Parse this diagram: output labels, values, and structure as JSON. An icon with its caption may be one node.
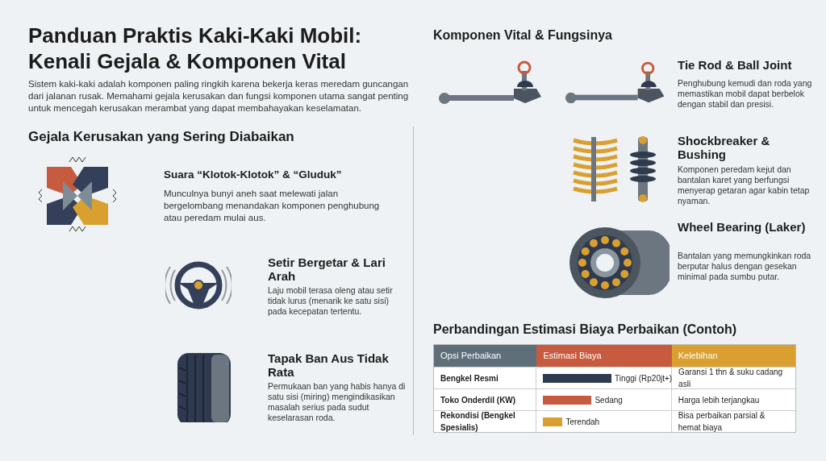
{
  "diagram": {
    "title": "Panduan Praktis Kaki-Kaki Mobil: Kenali Gejala & Komponen Vital",
    "labels": [
      "Sistem kaki-kaki adalah komponen paling ringkih karena bekerja keras meredam guncangan dari jalanan rusak. Memahami gejala kerusakan dan fungsi komponen utama sangat penting untuk mencegah kerusakan merambat yang dapat membahayakan keselamatan.",
      "Gejala Kerusakan yang Sering Diabaikan",
      "Suara “Klotok-Klotok” & “Gluduk”",
      "Munculnya bunyi aneh saat melewati jalan bergelombang menandakan komponen penghubung atau peredam mulai aus.",
      "Setir Bergetar & Lari Arah",
      "Laju mobil terasa oleng atau setir tidak lurus (menarik ke satu sisi) pada kecepatan tertentu.",
      "Tapak Ban Aus Tidak Rata",
      "Permukaan ban yang habis hanya di satu sisi (miring) mengindikasikan masalah serius pada sudut keselarasan roda.",
      "Komponen Vital & Fungsinya",
      "Tie Rod & Ball Joint",
      "Penghubung kemudi dan roda yang memastikan mobil dapat berbelok dengan stabil dan presisi.",
      "Shockbreaker & Bushing",
      "Komponen peredam kejut dan bantalan karet yang berfungsi menyerap getaran agar kabin tetap nyaman.",
      "Wheel Bearing (Laker)",
      "Bantalan yang memungkinkan roda berputar halus dengan gesekan minimal pada sumbu putar.",
      "Perbandingan Estimasi Biaya Perbaikan (Contoh)",
      "Opsi Perbaikan",
      "Estimasi Biaya",
      "Kelebihan",
      "Bengkel Resmi",
      "Tinggi (Rp20jt+)",
      "Garansi 1 thn & suku cadang asli",
      "Toko Onderdil (KW)",
      "Sedang",
      "Harga lebih terjangkau",
      "Rekondisi (Bengkel Spesialis)",
      "Terendah",
      "Bisa perbaikan parsial & hemat biaya"
    ]
  }
}
